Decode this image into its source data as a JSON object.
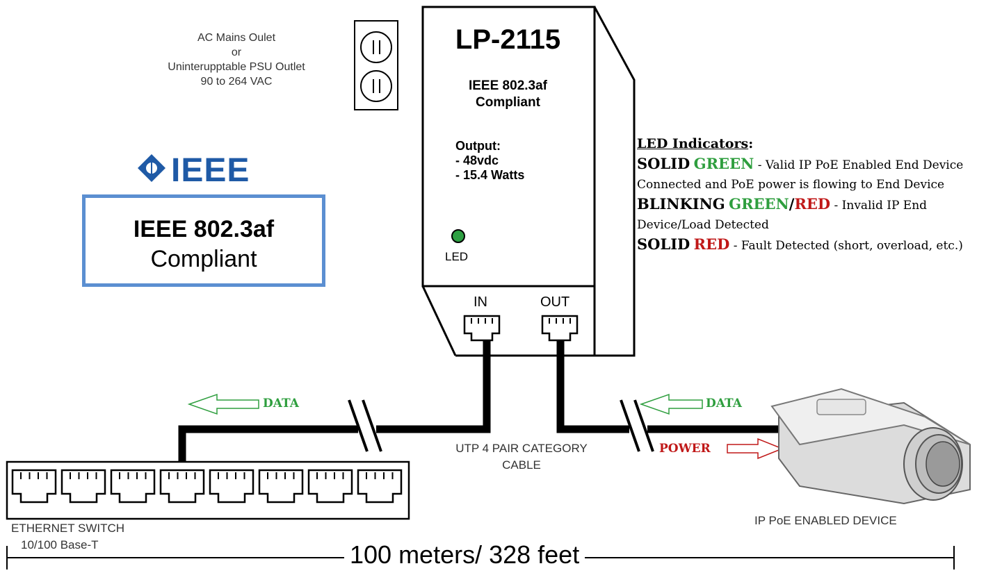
{
  "outlet": {
    "lines": [
      "AC Mains Oulet",
      "or",
      "Uninterupptable PSU Outlet",
      "90 to 264 VAC"
    ]
  },
  "ieee": {
    "logo_text": "IEEE",
    "box_line1": "IEEE 802.3af",
    "box_line2": "Compliant"
  },
  "injector": {
    "model": "LP-2115",
    "standard_line1": "IEEE 802.3af",
    "standard_line2": "Compliant",
    "output_label": "Output:",
    "output_voltage": "- 48vdc",
    "output_power": "- 15.4 Watts",
    "led_label": "LED",
    "port_in": "IN",
    "port_out": "OUT"
  },
  "led_indicators": {
    "header": "LED Indicators",
    "header_suffix": ":",
    "solid_green_word1": "SOLID",
    "solid_green_word2": "GREEN",
    "solid_green_desc": "- Valid IP PoE Enabled End Device Connected and PoE power is flowing to End Device",
    "blinking_word1": "BLINKING",
    "blinking_word2": "GREEN",
    "blinking_slash": "/",
    "blinking_word3": "RED",
    "blinking_desc": "- Invalid IP End Device/Load Detected",
    "solid_red_word1": "SOLID",
    "solid_red_word2": "RED",
    "solid_red_desc": "- Fault Detected (short, overload, etc.)"
  },
  "flows": {
    "data_left": "DATA",
    "data_right": "DATA",
    "power": "POWER"
  },
  "cable": {
    "line1": "UTP 4 PAIR CATEGORY",
    "line2": "CABLE"
  },
  "switch": {
    "line1": "ETHERNET SWITCH",
    "line2": "10/100 Base-T"
  },
  "device": {
    "label": "IP PoE ENABLED DEVICE"
  },
  "distance": {
    "label": "100 meters/ 328 feet"
  },
  "colors": {
    "green": "#2e9e3e",
    "red": "#c01818",
    "ieee_blue": "#1f5aa6",
    "box_border": "#5b8fd1",
    "led": "#2ea043"
  }
}
